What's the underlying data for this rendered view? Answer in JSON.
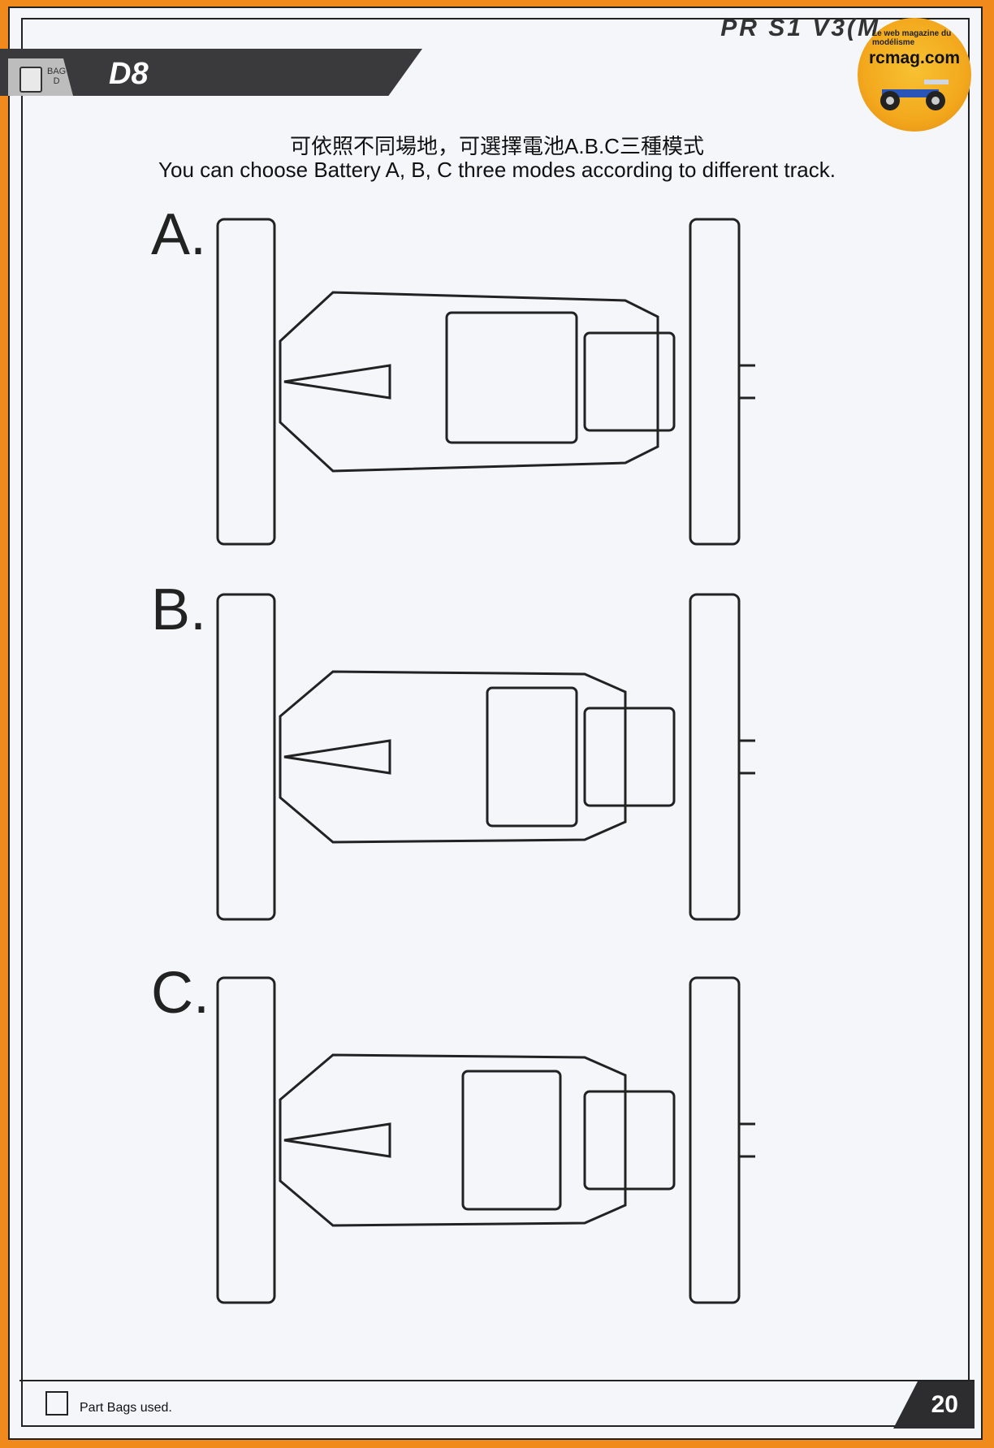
{
  "header": {
    "model": "PR S1 V3(M",
    "step": "D8",
    "bag": {
      "line1": "BAG",
      "line2": "D"
    }
  },
  "logo": {
    "domain": "rcmag.com",
    "tagline": "Le web magazine du modélisme"
  },
  "instruction": {
    "zh": "可依照不同場地，可選擇電池A.B.C三種模式",
    "en": "You can choose Battery A, B, C three modes according to different track."
  },
  "variants": [
    {
      "letter": "A."
    },
    {
      "letter": "B."
    },
    {
      "letter": "C."
    }
  ],
  "footer": {
    "label": "Part Bags used.",
    "page_number": "20"
  }
}
